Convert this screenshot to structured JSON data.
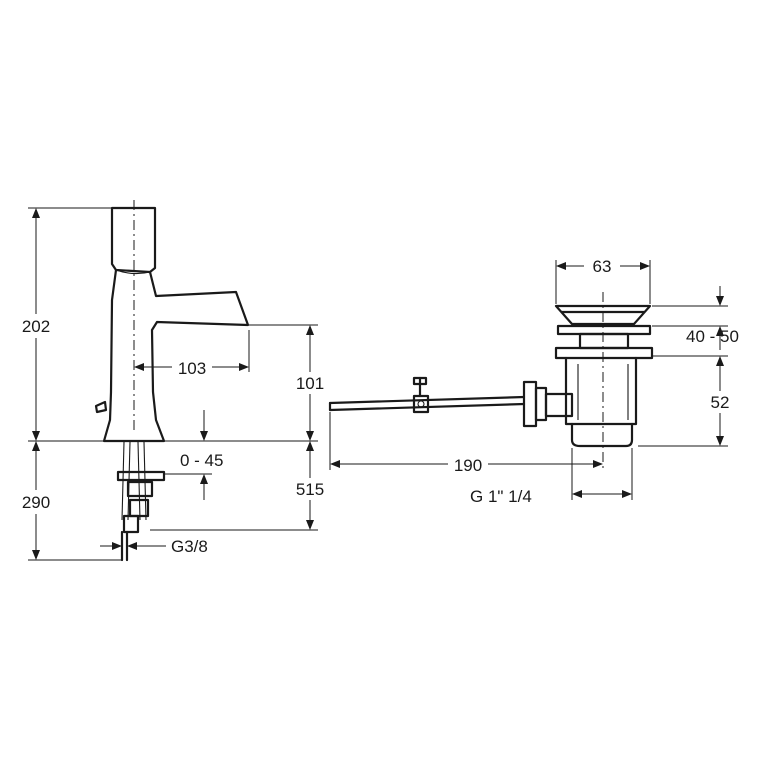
{
  "dimensions": {
    "faucet_height": "202",
    "below_counter": "290",
    "spout_reach": "103",
    "spout_height": "101",
    "counter_thickness": "0 - 45",
    "overall_height": "515",
    "inlet_thread": "G3/8",
    "pop_up_diameter": "63",
    "drain_stroke": "40 - 50",
    "drain_height": "52",
    "rod_length": "190",
    "drain_thread": "G 1\" 1/4"
  }
}
